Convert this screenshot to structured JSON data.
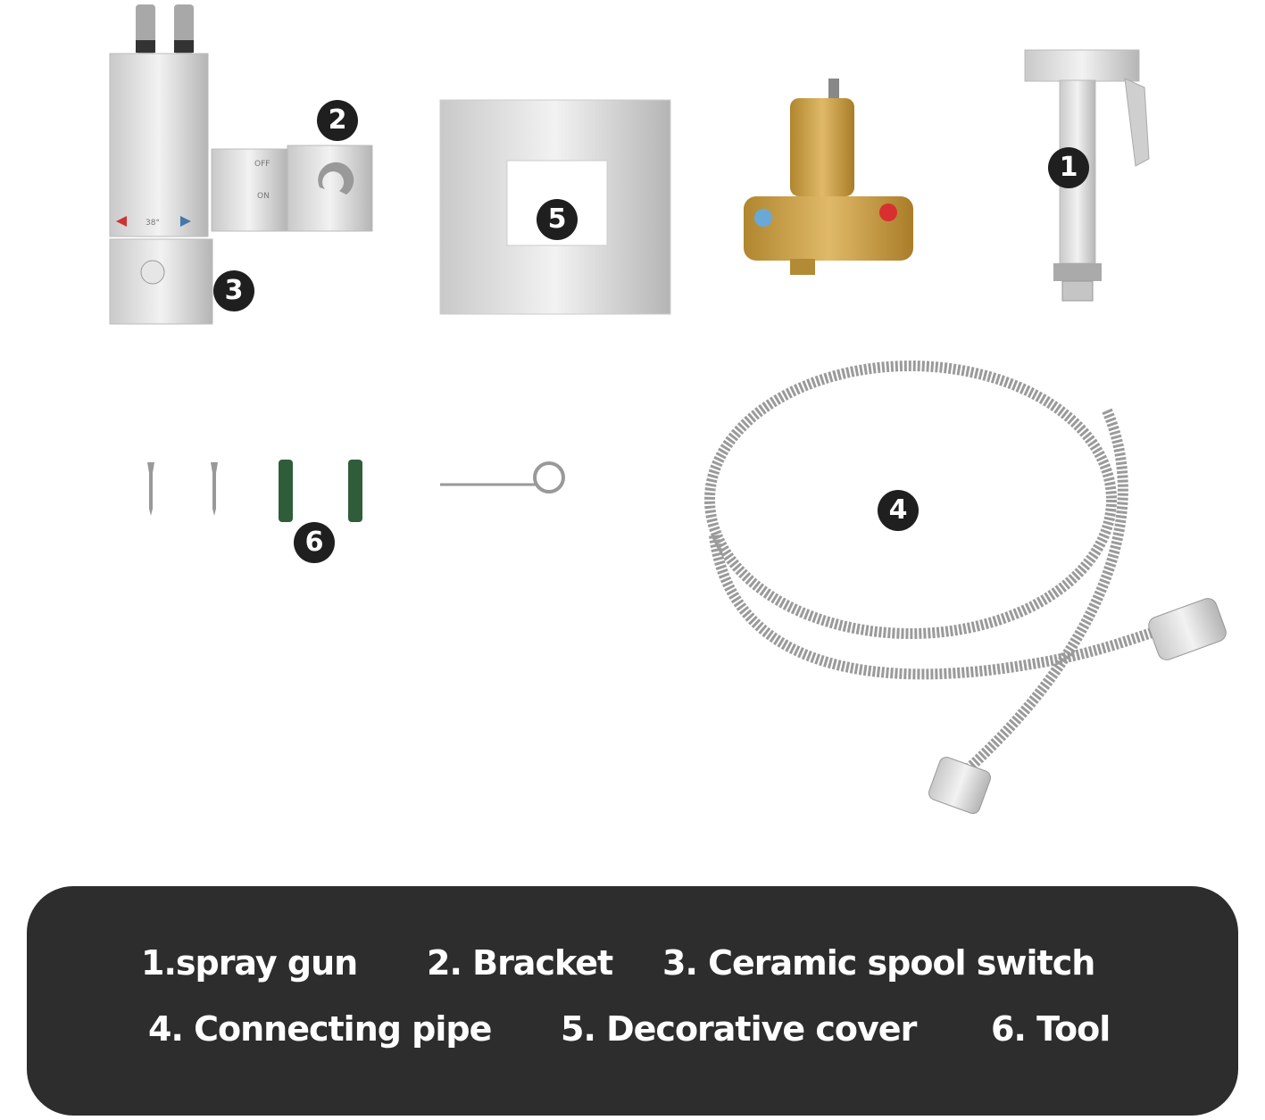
{
  "badges": {
    "b1": "1",
    "b2": "2",
    "b3": "3",
    "b4": "4",
    "b5": "5",
    "b6": "6"
  },
  "valve_markings": {
    "temperature": "38°",
    "off": "OFF",
    "on": "ON"
  },
  "legend": {
    "row1": [
      "1.spray gun",
      "2. Bracket",
      "3. Ceramic spool switch"
    ],
    "row2": [
      "4. Connecting pipe",
      "5. Decorative cover",
      "6. Tool"
    ]
  },
  "colors": {
    "legend_bg": "#2d2d2d",
    "badge_bg": "#1f1f1f",
    "chrome": "#d9d9d9",
    "brass": "#c9a04a",
    "hose": "#9a9a9a",
    "anchor": "#2f5d3a"
  }
}
